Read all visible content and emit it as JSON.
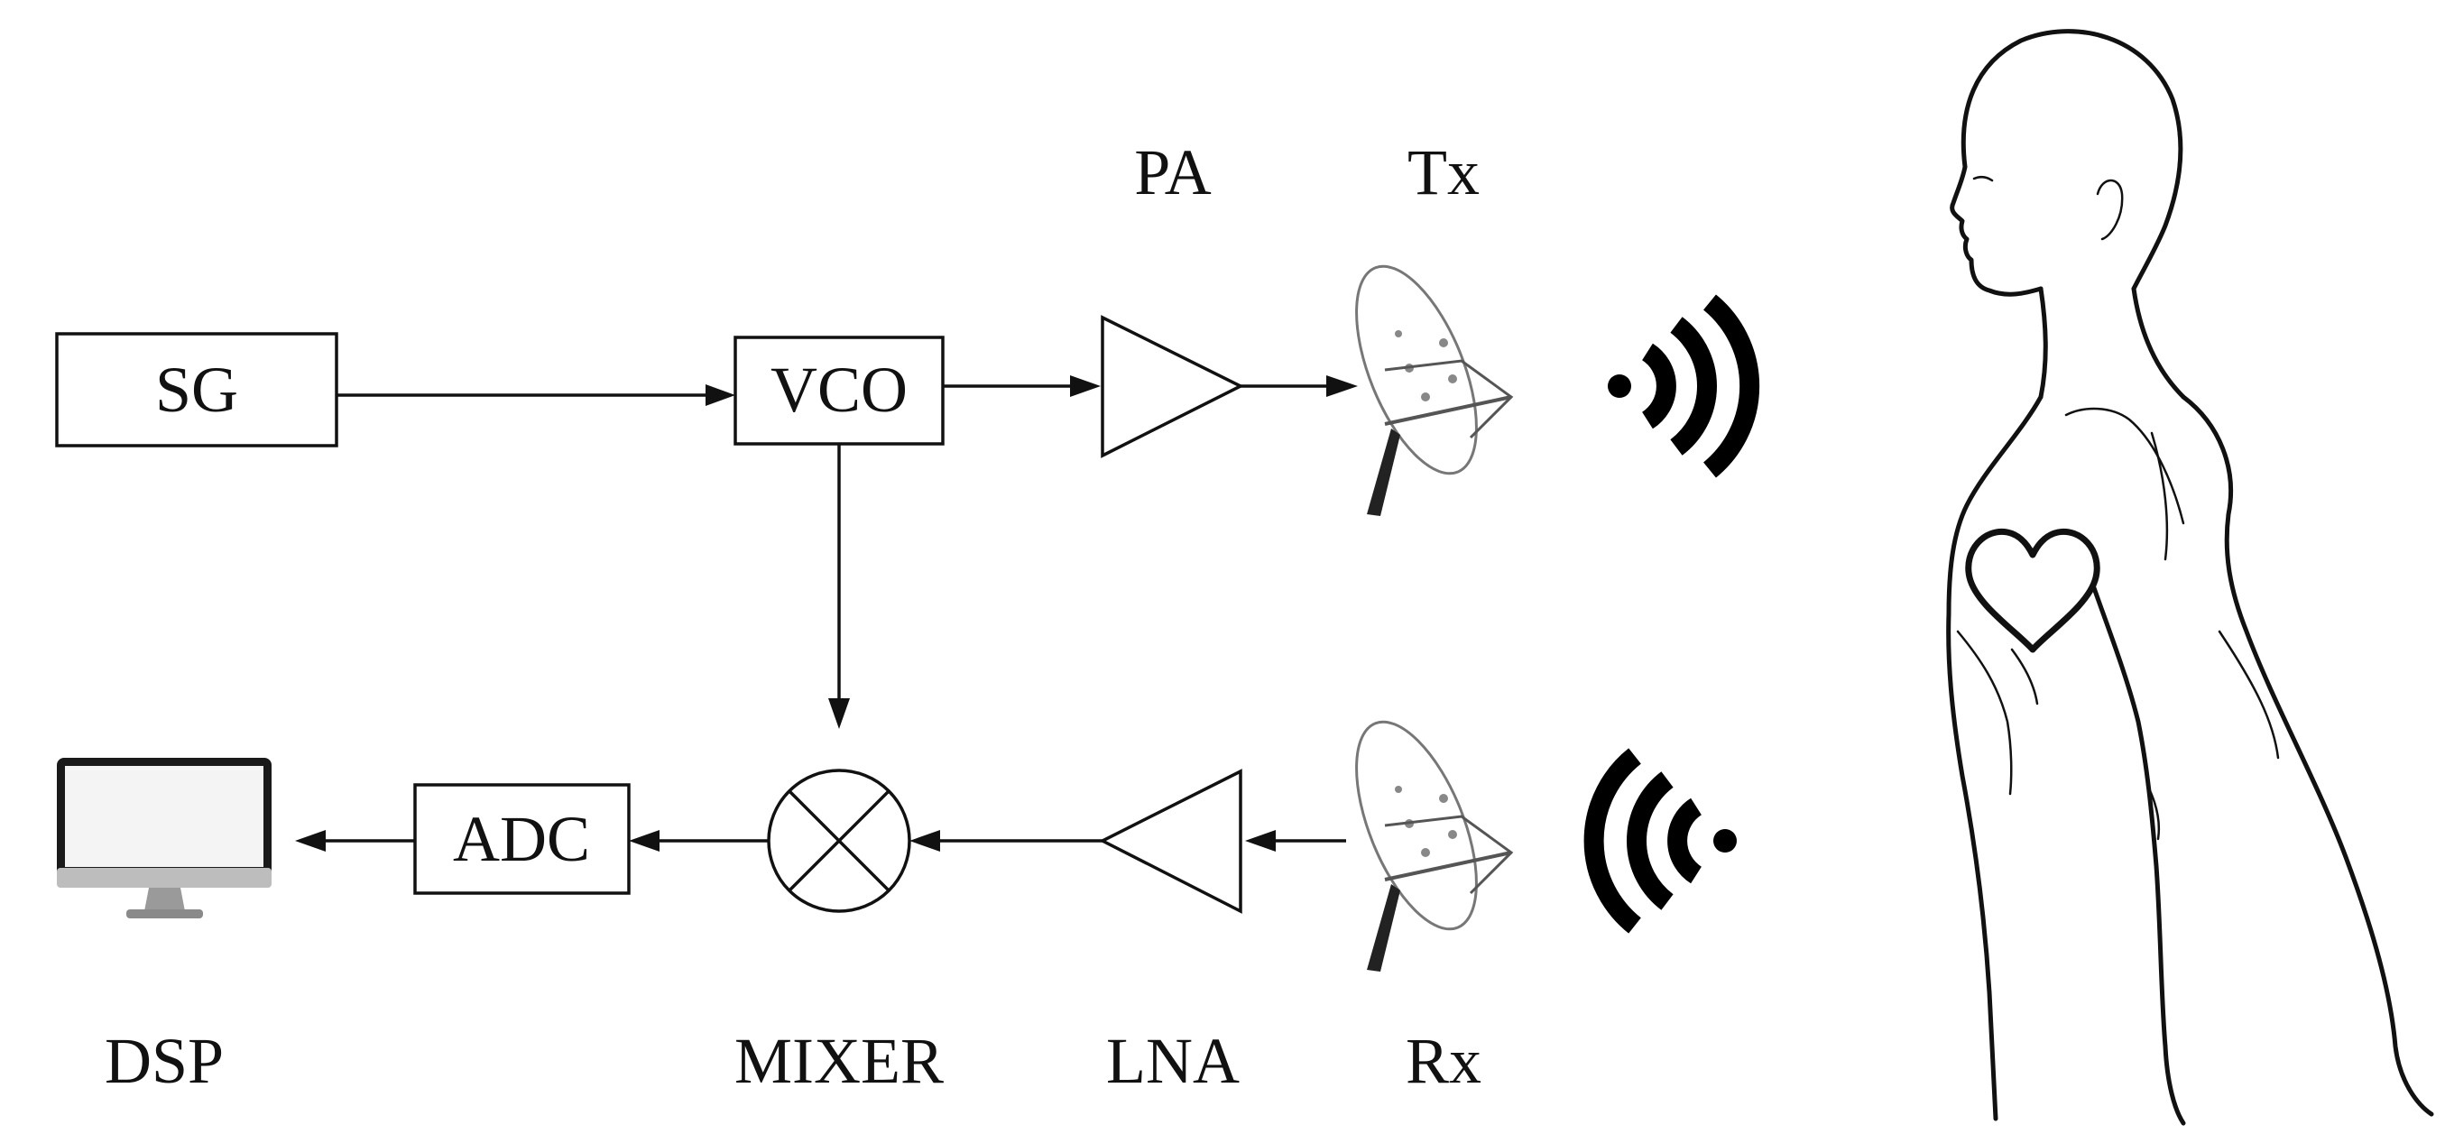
{
  "blocks": {
    "sg": "SG",
    "vco": "VCO",
    "adc": "ADC"
  },
  "labels": {
    "pa": "PA",
    "tx": "Tx",
    "dsp": "DSP",
    "mixer": "MIXER",
    "lna": "LNA",
    "rx": "Rx"
  },
  "icons": {
    "tx_antenna": "dish-antenna-icon",
    "rx_antenna": "dish-antenna-icon",
    "tx_wave": "wireless-signal-icon",
    "rx_wave": "wireless-signal-icon",
    "monitor": "monitor-icon",
    "mixer": "mixer-cross-icon",
    "heart": "heart-icon",
    "person": "human-torso-icon"
  }
}
